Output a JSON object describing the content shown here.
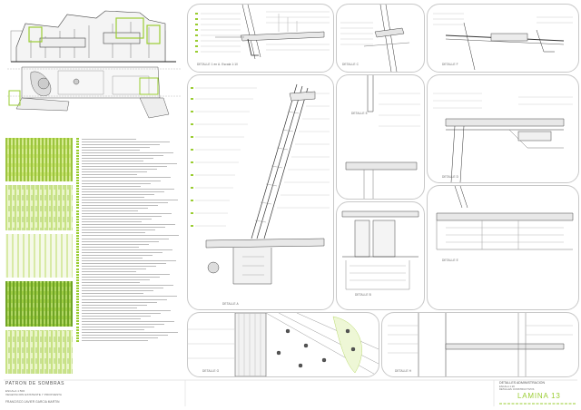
{
  "sheet": {
    "left_title": "PATRON DE SOMBRAS",
    "left_sub1": "ESCALA 1:500",
    "left_sub2": "VEGETACION EXISTENTE Y PROPUESTA",
    "left_author": "FRANCISCO JAVIER GARCIA MARTIN",
    "right_title": "DETALLES ADMINISTRACION",
    "right_sub1": "ESCALA 1:20",
    "right_sub2": "DETALLES CONSTRUCTIVOS",
    "sheet_label": "LAMINA 13"
  },
  "details": {
    "a1": "DETALLE 1 en A. Escala 1:10",
    "c": "DETALLE C",
    "f": "DETALLE F",
    "e": "DETALLE E",
    "d": "DETALLE D",
    "a": "DETALLE A",
    "b": "DETALLE B",
    "g": "DETALLE G",
    "h": "DETALLE H"
  },
  "legend": {
    "rows": 74
  },
  "colors": {
    "accent": "#9acd32",
    "line": "#555555",
    "panel_border": "#c8c8c8"
  }
}
